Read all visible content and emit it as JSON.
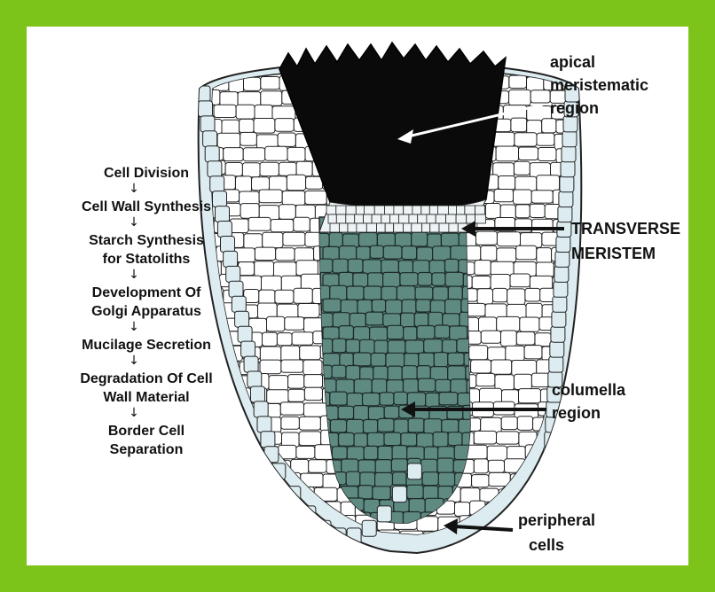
{
  "colors": {
    "border": "#7cc41a",
    "panel": "#ffffff",
    "apical": "#0a0a0a",
    "columella": "#5f8a82",
    "cell_fill": "#ffffff",
    "peripheral": "#dcecf0",
    "outline": "#222222"
  },
  "process_steps": [
    {
      "lines": [
        "Cell Division"
      ]
    },
    {
      "lines": [
        "Cell Wall Synthesis"
      ]
    },
    {
      "lines": [
        "Starch Synthesis",
        "for Statoliths"
      ]
    },
    {
      "lines": [
        "Development Of",
        "Golgi Apparatus"
      ]
    },
    {
      "lines": [
        "Mucilage Secretion"
      ]
    },
    {
      "lines": [
        "Degradation Of Cell",
        "Wall Material"
      ]
    },
    {
      "lines": [
        "Border Cell",
        "Separation"
      ]
    }
  ],
  "step_arrow_glyph": "↓",
  "labels": {
    "apical": [
      "apical",
      "meristematic",
      "region"
    ],
    "transverse": [
      "TRANSVERSE",
      "MERISTEM"
    ],
    "columella": [
      "columella",
      "region"
    ],
    "peripheral": [
      "peripheral",
      "cells"
    ]
  }
}
